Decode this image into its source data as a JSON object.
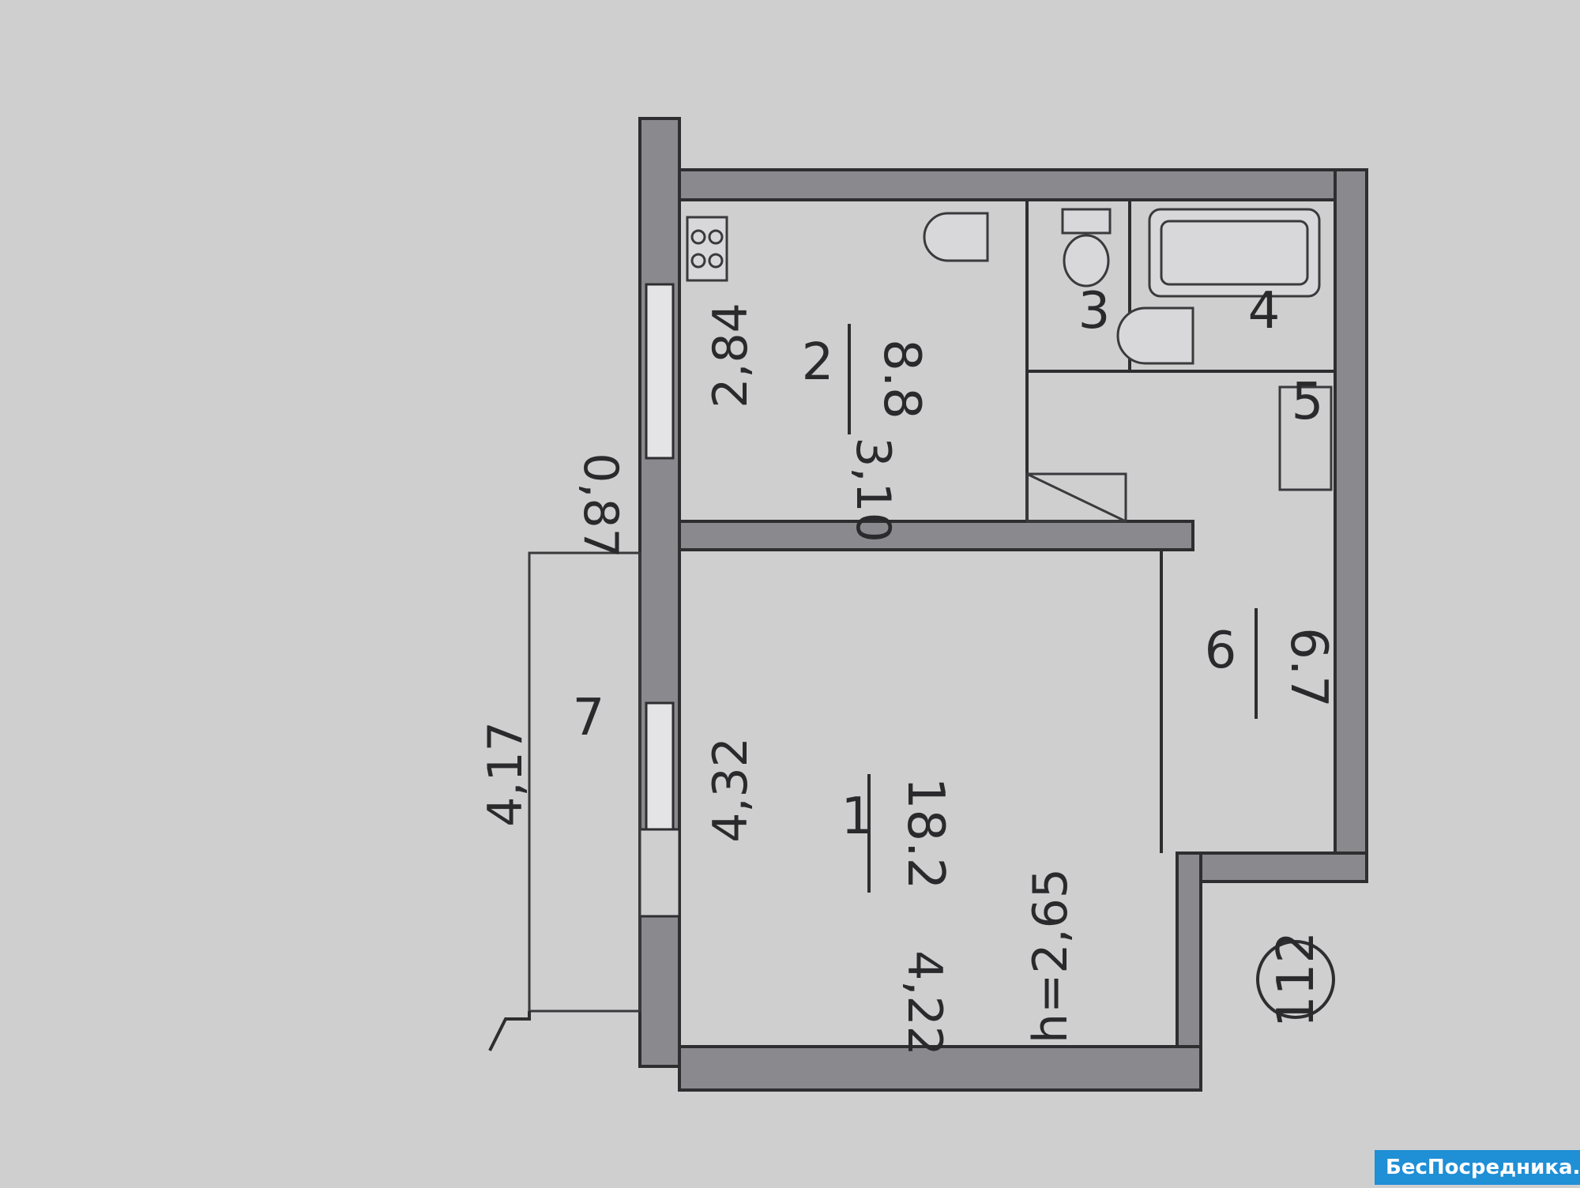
{
  "plan": {
    "rooms": [
      {
        "number": "1",
        "area": "18.2"
      },
      {
        "number": "2",
        "area": "8.8"
      },
      {
        "number": "3"
      },
      {
        "number": "4"
      },
      {
        "number": "5"
      },
      {
        "number": "6",
        "area": "6.7"
      },
      {
        "number": "7"
      }
    ],
    "dimensions": [
      "4,17",
      "4,32",
      "4,22",
      "2,84",
      "3,10",
      "0,87"
    ],
    "ceiling_height": "h=2,65",
    "plan_number": "112"
  },
  "watermark": {
    "text": "БесПосредника.ru"
  }
}
